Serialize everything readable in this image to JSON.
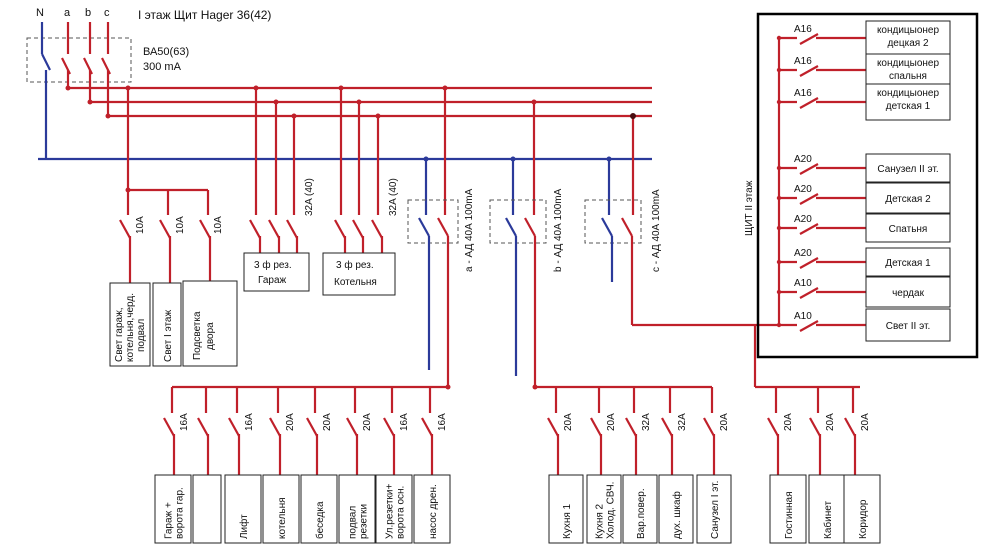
{
  "header": {
    "title": "I этаж  Щит Hager 36(42)",
    "phases": [
      "N",
      "a",
      "b",
      "c"
    ],
    "main_breaker": "ВА50(63)",
    "main_breaker_rating": "300 mA"
  },
  "ground_floor": {
    "light_breakers": [
      {
        "rating": "10A",
        "label": [
          "Свет гараж,",
          "котельня,черд.",
          "подвал"
        ]
      },
      {
        "rating": "10A",
        "label": [
          "Свет I этаж"
        ]
      },
      {
        "rating": "10A",
        "label": [
          "Подсветка",
          "двора"
        ]
      }
    ],
    "three_phase": [
      {
        "rating": "32A (40)",
        "label": [
          "3 ф рез.",
          "Гараж"
        ]
      },
      {
        "rating": "32A (40)",
        "label": [
          "3 ф рез.",
          "Котельня"
        ]
      }
    ],
    "rcd": [
      {
        "label": "a - АД 40А 100mA"
      },
      {
        "label": "b - АД 40А 100mA"
      },
      {
        "label": "c - АД 40А 100mA"
      }
    ],
    "group_a": [
      {
        "rating": "16A",
        "label": [
          "Гараж +",
          "ворота гар."
        ]
      },
      {
        "rating": "",
        "label": [
          ""
        ]
      },
      {
        "rating": "16A",
        "label": [
          "Лифт"
        ]
      },
      {
        "rating": "20A",
        "label": [
          "котельня"
        ]
      },
      {
        "rating": "20A",
        "label": [
          "беседка"
        ]
      },
      {
        "rating": "20A",
        "label": [
          "подвал",
          "резетки"
        ]
      },
      {
        "rating": "16A",
        "label": [
          "Ул.резетки+",
          "ворота осн."
        ]
      },
      {
        "rating": "16A",
        "label": [
          "насос дрен."
        ]
      }
    ],
    "group_b": [
      {
        "rating": "20A",
        "label": [
          "Кухня 1"
        ]
      },
      {
        "rating": "20A",
        "label": [
          "Кухня 2",
          "Холод. СВЧ."
        ]
      },
      {
        "rating": "32A",
        "label": [
          "Вар.повер."
        ]
      },
      {
        "rating": "32A",
        "label": [
          "дух. шкаф"
        ]
      },
      {
        "rating": "20A",
        "label": [
          "Санузел I эт."
        ]
      }
    ],
    "group_c": [
      {
        "rating": "20A",
        "label": [
          "Гостинная"
        ]
      },
      {
        "rating": "20A",
        "label": [
          "Кабинет"
        ]
      },
      {
        "rating": "20A",
        "label": [
          "Коридор"
        ]
      }
    ]
  },
  "second_floor": {
    "title": "ЩИТ II этаж",
    "breakers": [
      {
        "rating": "A16",
        "label": [
          "кондицыонер",
          "децкая 2"
        ]
      },
      {
        "rating": "A16",
        "label": [
          "кондицыонер",
          "спальня"
        ]
      },
      {
        "rating": "A16",
        "label": [
          "кондицыонер",
          "детская 1"
        ]
      },
      {
        "rating": "A20",
        "label": [
          "Санузел II эт."
        ]
      },
      {
        "rating": "A20",
        "label": [
          "Детская 2"
        ]
      },
      {
        "rating": "A20",
        "label": [
          "Спатьня"
        ]
      },
      {
        "rating": "A20",
        "label": [
          "Детская 1"
        ]
      },
      {
        "rating": "A10",
        "label": [
          "чердак"
        ]
      },
      {
        "rating": "A10",
        "label": [
          "Свет II эт."
        ]
      }
    ]
  }
}
